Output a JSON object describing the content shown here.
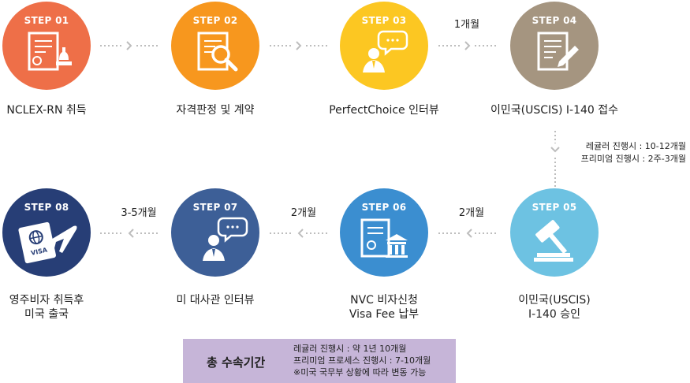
{
  "steps": [
    {
      "label": "STEP 01",
      "color": "#ee6f48",
      "icon": "certificate-icon",
      "caption": [
        "NCLEX-RN 취득"
      ]
    },
    {
      "label": "STEP 02",
      "color": "#f7971e",
      "icon": "document-search-icon",
      "caption": [
        "자격판정 및 계약"
      ]
    },
    {
      "label": "STEP 03",
      "color": "#fcc722",
      "icon": "interview-person-icon",
      "caption": [
        "PerfectChoice 인터뷰"
      ]
    },
    {
      "label": "STEP 04",
      "color": "#a59580",
      "icon": "document-pen-icon",
      "caption": [
        "이민국(USCIS) I-140 접수"
      ]
    },
    {
      "label": "STEP 05",
      "color": "#6dc2e2",
      "icon": "gavel-icon",
      "caption": [
        "이민국(USCIS)",
        "I-140 승인"
      ]
    },
    {
      "label": "STEP 06",
      "color": "#3b8ed0",
      "icon": "certificate-bank-icon",
      "caption": [
        "NVC 비자신청",
        "Visa Fee 납부"
      ]
    },
    {
      "label": "STEP 07",
      "color": "#3d5f97",
      "icon": "interview-person-icon",
      "caption": [
        "미 대사관 인터뷰"
      ]
    },
    {
      "label": "STEP 08",
      "color": "#273e76",
      "icon": "passport-plane-icon",
      "caption": [
        "영주비자 취득후",
        "미국 출국"
      ]
    }
  ],
  "durations": {
    "step3_to_4": "1개월",
    "step5_to_6": "2개월",
    "step6_to_7": "2개월",
    "step7_to_8": "3-5개월"
  },
  "step4_to_5_note": [
    "레귤러 진행시 : 10-12개월",
    "프리미엄 진행시 : 2주-3개월"
  ],
  "summary": {
    "title": "총 수속기간",
    "lines": [
      "레귤러 진행시 : 약 1년 10개월",
      "프리미엄 프로세스 진행시 : 7-10개월",
      "※미국 국무부 상황에 따라 변동 가능"
    ],
    "background": "#c6b5d8"
  }
}
